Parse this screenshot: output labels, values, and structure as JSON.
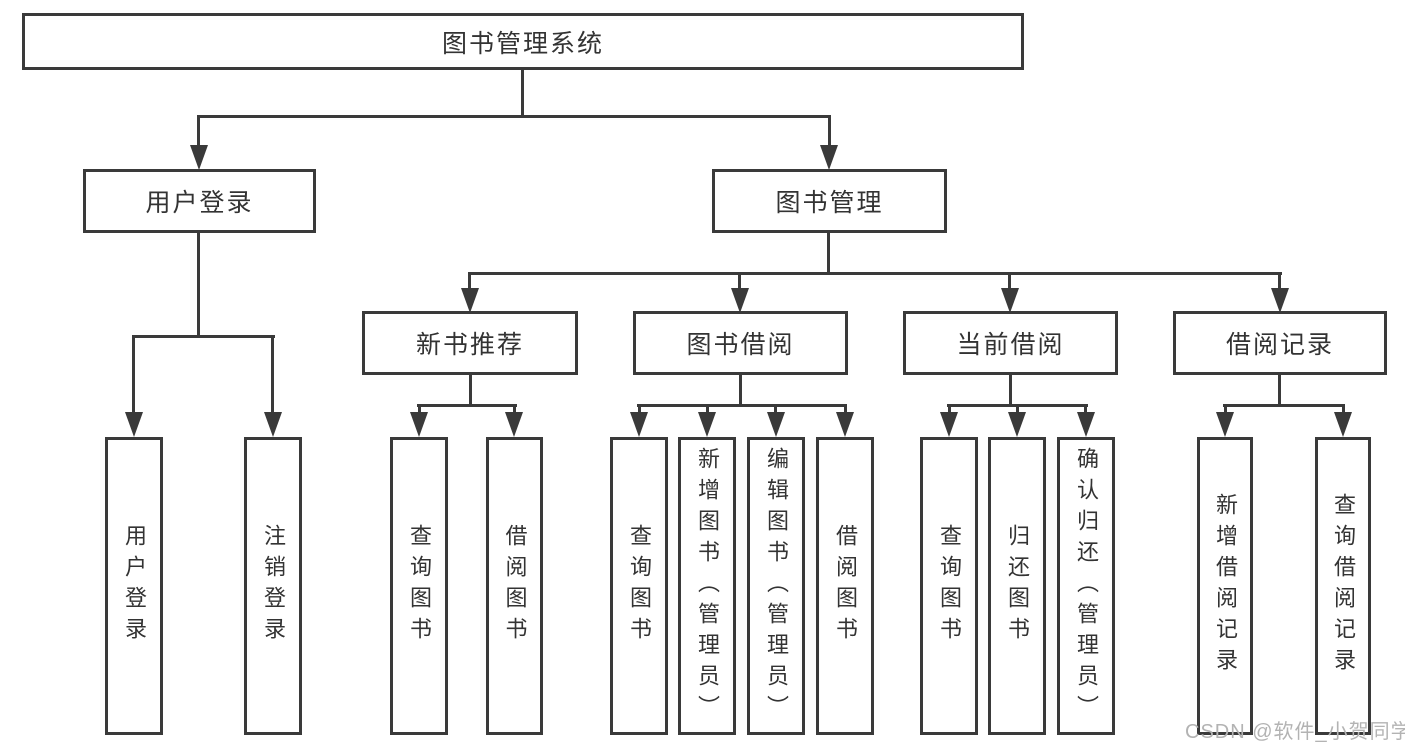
{
  "tree": {
    "root": {
      "label": "图书管理系统"
    },
    "branches": [
      {
        "label": "用户登录",
        "children": [
          {
            "label": "用户登录"
          },
          {
            "label": "注销登录"
          }
        ]
      },
      {
        "label": "图书管理",
        "children": [
          {
            "label": "新书推荐",
            "children": [
              {
                "label": "查询图书"
              },
              {
                "label": "借阅图书"
              }
            ]
          },
          {
            "label": "图书借阅",
            "children": [
              {
                "label": "查询图书"
              },
              {
                "label": "新增图书（管理员）"
              },
              {
                "label": "编辑图书（管理员）"
              },
              {
                "label": "借阅图书"
              }
            ]
          },
          {
            "label": "当前借阅",
            "children": [
              {
                "label": "查询图书"
              },
              {
                "label": "归还图书"
              },
              {
                "label": "确认归还（管理员）"
              }
            ]
          },
          {
            "label": "借阅记录",
            "children": [
              {
                "label": "新增借阅记录"
              },
              {
                "label": "查询借阅记录"
              }
            ]
          }
        ]
      }
    ]
  },
  "watermark": "CSDN @软件_小贺同学",
  "colors": {
    "line": "#3a3a3a",
    "text": "#333333",
    "canvas": "#ffffff",
    "watermark": "#b3b3b3"
  }
}
